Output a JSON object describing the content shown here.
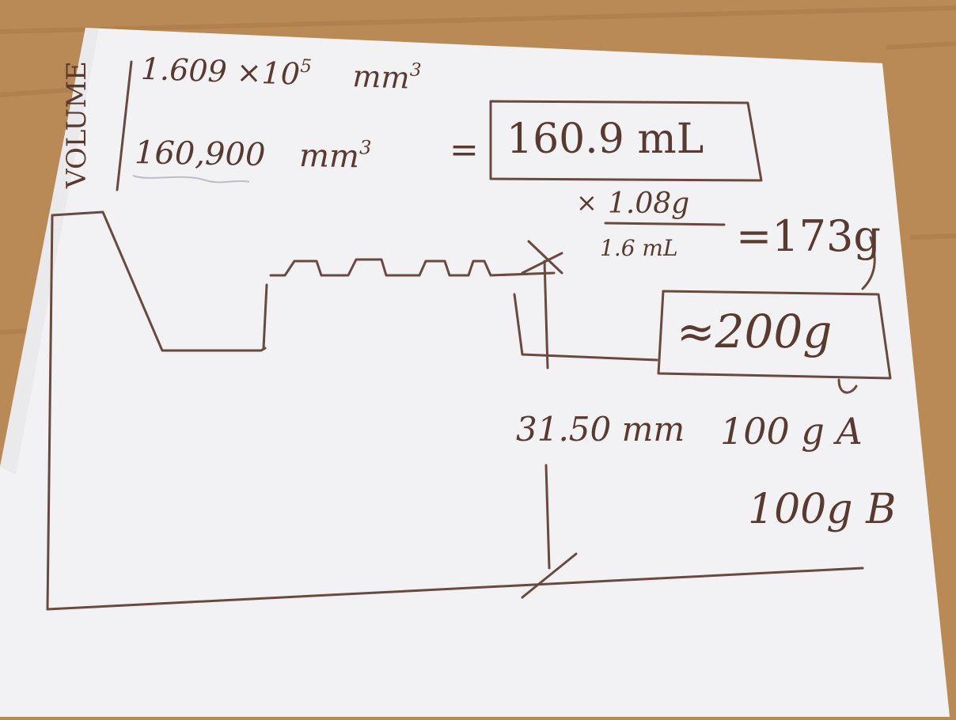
{
  "note": {
    "volume_label": "VOLUME",
    "volume_sci": "1.609 ×10",
    "volume_sci_exp": "5",
    "volume_sci_unit": "mm",
    "volume_sci_unit_exp": "3",
    "volume_plain": "160,900",
    "volume_plain_unit": "mm",
    "volume_plain_unit_exp": "3",
    "equals": "=",
    "volume_ml": "160.9 mL",
    "times": "×",
    "density_num": "1.08g",
    "density_den": "1.6 mL",
    "mass_calc": "=173g",
    "mass_approx": "≈200g",
    "height_dimension": "31.50 mm",
    "part_a": "100 g A",
    "part_b": "100g B"
  },
  "colors": {
    "ink": "#5a3a30",
    "paper": "#f2f2f4",
    "desk": "#b98a55"
  }
}
